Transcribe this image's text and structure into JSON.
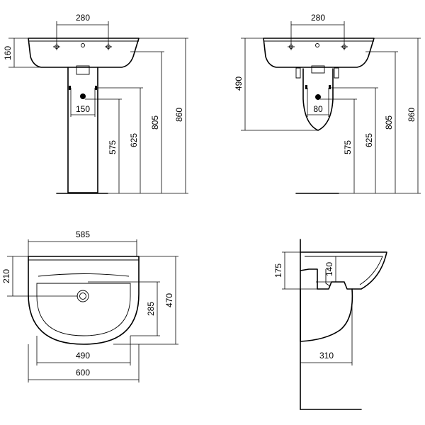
{
  "views": {
    "front_pedestal": {
      "tap_spacing": "280",
      "basin_height": "160",
      "supply_spacing": "150",
      "waste_height": "575",
      "supply_height": "625",
      "rim_height": "805",
      "overall_height": "860"
    },
    "front_semi_pedestal": {
      "tap_spacing": "280",
      "shroud_height": "490",
      "supply_spacing": "80",
      "waste_height": "575",
      "supply_height": "625",
      "rim_height": "805",
      "overall_height": "860"
    },
    "top": {
      "inner_width": "585",
      "front_depth": "210",
      "bowl_depth": "285",
      "overall_depth": "470",
      "bowl_width": "490",
      "overall_width": "600"
    },
    "side": {
      "rim_drop": "175",
      "trap_offset": "140",
      "projection": "310"
    }
  }
}
